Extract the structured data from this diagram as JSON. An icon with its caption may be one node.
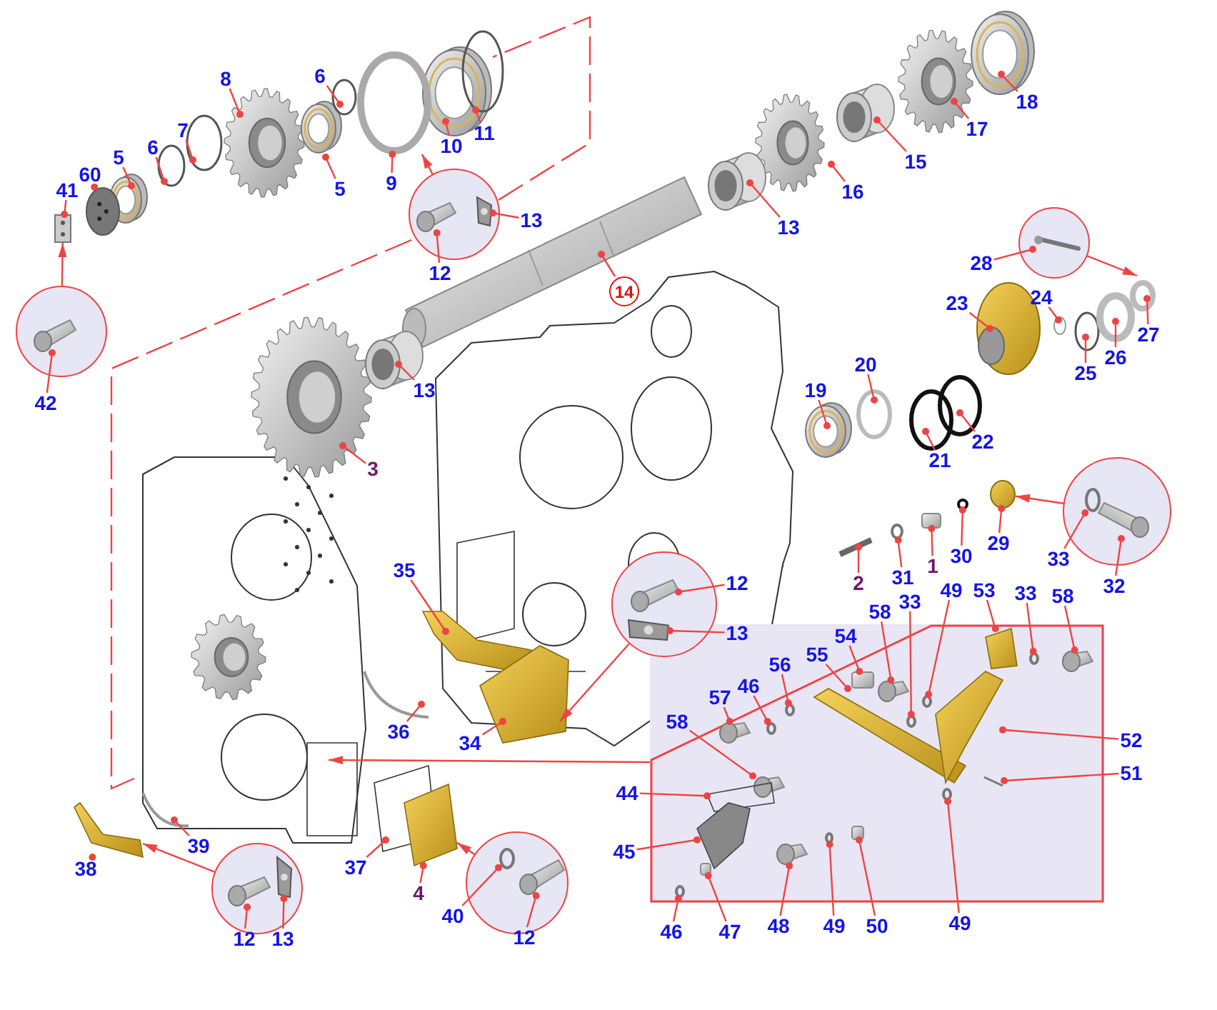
{
  "diagram": {
    "nodes": [
      {
        "text": [
          "8"
        ]
      },
      {
        "text": [
          "6"
        ]
      },
      {
        "text": [
          "11"
        ]
      },
      {
        "text": [
          "7"
        ]
      },
      {
        "text": [
          "10"
        ]
      },
      {
        "text": [
          "5"
        ]
      },
      {
        "text": [
          "6"
        ]
      },
      {
        "text": [
          "60"
        ]
      },
      {
        "text": [
          "5"
        ]
      },
      {
        "text": [
          "9"
        ]
      },
      {
        "text": [
          "41"
        ]
      },
      {
        "text": [],
        "shape": "circle"
      },
      {
        "text": [
          "12"
        ]
      },
      {
        "text": [
          "13"
        ]
      },
      {
        "text": [
          "14"
        ]
      },
      {
        "text": [],
        "shape": "circle"
      },
      {
        "text": [
          "42"
        ]
      },
      {
        "text": [
          "13"
        ]
      },
      {
        "text": [
          "3"
        ]
      },
      {
        "text": [
          "18"
        ]
      },
      {
        "text": [
          "17"
        ]
      },
      {
        "text": [
          "15"
        ]
      },
      {
        "text": [
          "16"
        ]
      },
      {
        "text": [
          "13"
        ]
      },
      {
        "text": [],
        "shape": "circle"
      },
      {
        "text": [
          "28"
        ]
      },
      {
        "text": [
          "23"
        ]
      },
      {
        "text": [
          "24"
        ]
      },
      {
        "text": [
          "27"
        ]
      },
      {
        "text": [
          "26"
        ]
      },
      {
        "text": [
          "25"
        ]
      },
      {
        "text": [
          "20"
        ]
      },
      {
        "text": [
          "19"
        ]
      },
      {
        "text": [
          "22"
        ]
      },
      {
        "text": [
          "21"
        ]
      },
      {
        "text": [],
        "shape": "circle"
      },
      {
        "text": [
          "29"
        ]
      },
      {
        "text": [
          "30"
        ]
      },
      {
        "text": [
          "1"
        ]
      },
      {
        "text": [
          "31"
        ]
      },
      {
        "text": [
          "2"
        ]
      },
      {
        "text": [
          "33"
        ]
      },
      {
        "text": [
          "32"
        ]
      },
      {
        "text": [
          "35"
        ]
      },
      {
        "text": [],
        "shape": "circle"
      },
      {
        "text": [
          "12"
        ]
      },
      {
        "text": [
          "13"
        ],
        "in": 47
      },
      {
        "text": [],
        "shape": "box"
      },
      {
        "text": [
          "58"
        ]
      },
      {
        "text": [
          "33"
        ]
      },
      {
        "text": [
          "49"
        ]
      },
      {
        "text": [
          "53"
        ]
      },
      {
        "text": [
          "33"
        ]
      },
      {
        "text": [
          "58"
        ]
      },
      {
        "text": [
          "54"
        ],
        "in": 47
      },
      {
        "text": [
          "56"
        ],
        "in": 47
      },
      {
        "text": [
          "55"
        ],
        "in": 47
      },
      {
        "text": [
          "46"
        ],
        "in": 47
      },
      {
        "text": [
          "57"
        ],
        "in": 47
      },
      {
        "text": [
          "58"
        ],
        "in": 47
      },
      {
        "text": [
          "52"
        ]
      },
      {
        "text": [
          "51"
        ]
      },
      {
        "text": [
          "44"
        ]
      },
      {
        "text": [
          "45"
        ]
      },
      {
        "text": [
          "36"
        ]
      },
      {
        "text": [
          "34"
        ]
      },
      {
        "text": [
          "38"
        ]
      },
      {
        "text": [
          "39"
        ]
      },
      {
        "text": [
          "37"
        ]
      },
      {
        "text": [
          "4"
        ]
      },
      {
        "text": [],
        "shape": "circle"
      },
      {
        "text": [
          "12"
        ]
      },
      {
        "text": [
          "13"
        ]
      },
      {
        "text": [],
        "shape": "circle"
      },
      {
        "text": [
          "40"
        ]
      },
      {
        "text": [
          "12"
        ]
      },
      {
        "text": [
          "46"
        ]
      },
      {
        "text": [
          "47"
        ]
      },
      {
        "text": [
          "48"
        ]
      },
      {
        "text": [
          "49"
        ]
      },
      {
        "text": [
          "50"
        ]
      },
      {
        "text": [
          "49"
        ]
      },
      {
        "text": [],
        "shape": "picture",
        "in": 11
      },
      {
        "text": [],
        "shape": "picture",
        "in": 11
      },
      {
        "text": [],
        "shape": "picture",
        "in": 15
      },
      {
        "text": [],
        "shape": "picture",
        "in": 24
      },
      {
        "text": [],
        "shape": "circle",
        "in": 35
      },
      {
        "text": [],
        "shape": "picture",
        "in": 35
      },
      {
        "text": [],
        "shape": "picture",
        "in": 44
      },
      {
        "text": [],
        "shape": "picture",
        "in": 44
      },
      {
        "text": [],
        "shape": "picture",
        "in": 70
      },
      {
        "text": [],
        "shape": "picture",
        "in": 70
      },
      {
        "text": [],
        "shape": "circle",
        "in": 73
      },
      {
        "text": [],
        "shape": "picture",
        "in": 73
      },
      {
        "text": [],
        "shape": "picture"
      },
      {
        "text": [],
        "shape": "circle"
      },
      {
        "text": [],
        "shape": "picture"
      },
      {
        "text": [],
        "shape": "circle"
      },
      {
        "text": [],
        "shape": "circle"
      },
      {
        "text": [],
        "shape": "picture"
      },
      {
        "text": [],
        "shape": "picture"
      },
      {
        "text": [],
        "shape": "picture"
      },
      {
        "text": [],
        "shape": "picture",
        "in": 47
      },
      {
        "text": [],
        "shape": "circle",
        "in": 47
      },
      {
        "text": [],
        "shape": "circle",
        "in": 47
      },
      {
        "text": [],
        "shape": "picture",
        "in": 47
      },
      {
        "text": [],
        "shape": "circle",
        "in": 47
      },
      {
        "text": [],
        "shape": "picture",
        "in": 47
      },
      {
        "text": [],
        "shape": "picture",
        "in": 47
      },
      {
        "text": [],
        "shape": "circle",
        "in": 47
      },
      {
        "text": [],
        "shape": "picture",
        "in": 47
      },
      {
        "text": [],
        "shape": "circle",
        "in": 47
      },
      {
        "text": [],
        "shape": "picture",
        "in": 47
      },
      {
        "text": [],
        "shape": "picture",
        "in": 47
      },
      {
        "text": [],
        "shape": "picture",
        "in": 47
      },
      {
        "text": [],
        "shape": "picture",
        "in": 47
      },
      {
        "text": [],
        "shape": "picture",
        "in": 47
      },
      {
        "text": [],
        "shape": "picture",
        "in": 47
      },
      {
        "text": [],
        "shape": "circle",
        "in": 47
      },
      {
        "text": [],
        "shape": "circle",
        "in": 47
      },
      {
        "text": [],
        "shape": "picture",
        "in": 47
      },
      {
        "text": [],
        "shape": "picture",
        "in": 47
      },
      {
        "text": [],
        "shape": "circle",
        "in": 47
      },
      {
        "text": [],
        "shape": "picture",
        "in": 47
      },
      {
        "text": [],
        "shape": "picture"
      }
    ],
    "edges": [
      {
        "from": 0,
        "to": null,
        "arrow": "other"
      },
      {
        "from": 1,
        "to": null,
        "arrow": "other"
      },
      {
        "from": 2,
        "to": null,
        "arrow": "other"
      },
      {
        "from": 3,
        "to": null,
        "arrow": "other"
      },
      {
        "from": 4,
        "to": null,
        "arrow": "other"
      },
      {
        "from": 5,
        "to": null,
        "arrow": "other"
      },
      {
        "from": 6,
        "to": null,
        "arrow": "other"
      },
      {
        "from": 7,
        "to": 94,
        "arrow": "other"
      },
      {
        "from": 8,
        "to": null,
        "arrow": "other"
      },
      {
        "from": 9,
        "to": 95,
        "arrow": "other"
      },
      {
        "from": 10,
        "to": 101,
        "arrow": "other"
      },
      {
        "from": 11,
        "to": 95,
        "arrow": "to"
      },
      {
        "from": 12,
        "to": 82,
        "arrow": "other"
      },
      {
        "from": 13,
        "to": 83,
        "arrow": "other"
      },
      {
        "from": 14,
        "to": null,
        "arrow": "other"
      },
      {
        "from": 15,
        "to": 101,
        "arrow": "to"
      },
      {
        "from": 16,
        "to": 84,
        "arrow": "other"
      },
      {
        "from": 17,
        "to": null,
        "arrow": "other"
      },
      {
        "from": 18,
        "to": null,
        "arrow": "other"
      },
      {
        "from": 19,
        "to": null,
        "arrow": "other"
      },
      {
        "from": 20,
        "to": null,
        "arrow": "other"
      },
      {
        "from": 21,
        "to": null,
        "arrow": "other"
      },
      {
        "from": 22,
        "to": null,
        "arrow": "other"
      },
      {
        "from": 23,
        "to": null,
        "arrow": "other"
      },
      {
        "from": 24,
        "to": null,
        "arrow": "to"
      },
      {
        "from": 25,
        "to": 85,
        "arrow": "other"
      },
      {
        "from": 26,
        "to": null,
        "arrow": "other"
      },
      {
        "from": 27,
        "to": null,
        "arrow": "other"
      },
      {
        "from": 28,
        "to": null,
        "arrow": "other"
      },
      {
        "from": 29,
        "to": null,
        "arrow": "other"
      },
      {
        "from": 30,
        "to": null,
        "arrow": "other"
      },
      {
        "from": 31,
        "to": null,
        "arrow": "other"
      },
      {
        "from": 32,
        "to": null,
        "arrow": "other"
      },
      {
        "from": 33,
        "to": null,
        "arrow": "other"
      },
      {
        "from": 34,
        "to": null,
        "arrow": "other"
      },
      {
        "from": 35,
        "to": 96,
        "arrow": "to"
      },
      {
        "from": 36,
        "to": 96,
        "arrow": "other"
      },
      {
        "from": 37,
        "to": 97,
        "arrow": "other"
      },
      {
        "from": 38,
        "to": 124,
        "arrow": "other"
      },
      {
        "from": 39,
        "to": 98,
        "arrow": "other"
      },
      {
        "from": 40,
        "to": null,
        "arrow": "other"
      },
      {
        "from": 41,
        "to": 86,
        "arrow": "other"
      },
      {
        "from": 42,
        "to": 87,
        "arrow": "other"
      },
      {
        "from": 43,
        "to": null,
        "arrow": "other"
      },
      {
        "from": 44,
        "to": null,
        "arrow": "to"
      },
      {
        "from": 45,
        "to": 88,
        "arrow": "other"
      },
      {
        "from": 46,
        "to": 89,
        "arrow": "other"
      },
      {
        "from": 47,
        "to": null,
        "arrow": "to"
      },
      {
        "from": 48,
        "to": 102,
        "arrow": "other"
      },
      {
        "from": 49,
        "to": 103,
        "arrow": "other"
      },
      {
        "from": 50,
        "to": 104,
        "arrow": "other"
      },
      {
        "from": 51,
        "to": 105,
        "arrow": "other"
      },
      {
        "from": 52,
        "to": 106,
        "arrow": "other"
      },
      {
        "from": 53,
        "to": 107,
        "arrow": "other"
      },
      {
        "from": 54,
        "to": 108,
        "arrow": "other"
      },
      {
        "from": 55,
        "to": 109,
        "arrow": "other"
      },
      {
        "from": 56,
        "to": 110,
        "arrow": "other"
      },
      {
        "from": 57,
        "to": 111,
        "arrow": "other"
      },
      {
        "from": 58,
        "to": 112,
        "arrow": "other"
      },
      {
        "from": 59,
        "to": 113,
        "arrow": "other"
      },
      {
        "from": 60,
        "to": 114,
        "arrow": "other"
      },
      {
        "from": 61,
        "to": 115,
        "arrow": "other"
      },
      {
        "from": 62,
        "to": 116,
        "arrow": "other"
      },
      {
        "from": 63,
        "to": 117,
        "arrow": "other"
      },
      {
        "from": 64,
        "to": null,
        "arrow": "other"
      },
      {
        "from": 65,
        "to": null,
        "arrow": "other"
      },
      {
        "from": 66,
        "to": 100,
        "arrow": "other"
      },
      {
        "from": 67,
        "to": null,
        "arrow": "other"
      },
      {
        "from": 68,
        "to": null,
        "arrow": "other"
      },
      {
        "from": 69,
        "to": 99,
        "arrow": "other"
      },
      {
        "from": 70,
        "to": 100,
        "arrow": "to"
      },
      {
        "from": 71,
        "to": 90,
        "arrow": "other"
      },
      {
        "from": 72,
        "to": 91,
        "arrow": "other"
      },
      {
        "from": 73,
        "to": 99,
        "arrow": "to"
      },
      {
        "from": 74,
        "to": 92,
        "arrow": "other"
      },
      {
        "from": 75,
        "to": 93,
        "arrow": "other"
      },
      {
        "from": 76,
        "to": 119,
        "arrow": "other"
      },
      {
        "from": 77,
        "to": 120,
        "arrow": "other"
      },
      {
        "from": 78,
        "to": 121,
        "arrow": "other"
      },
      {
        "from": 79,
        "to": 122,
        "arrow": "other"
      },
      {
        "from": 80,
        "to": 123,
        "arrow": "other"
      },
      {
        "from": 81,
        "to": 118,
        "arrow": "other"
      }
    ]
  }
}
